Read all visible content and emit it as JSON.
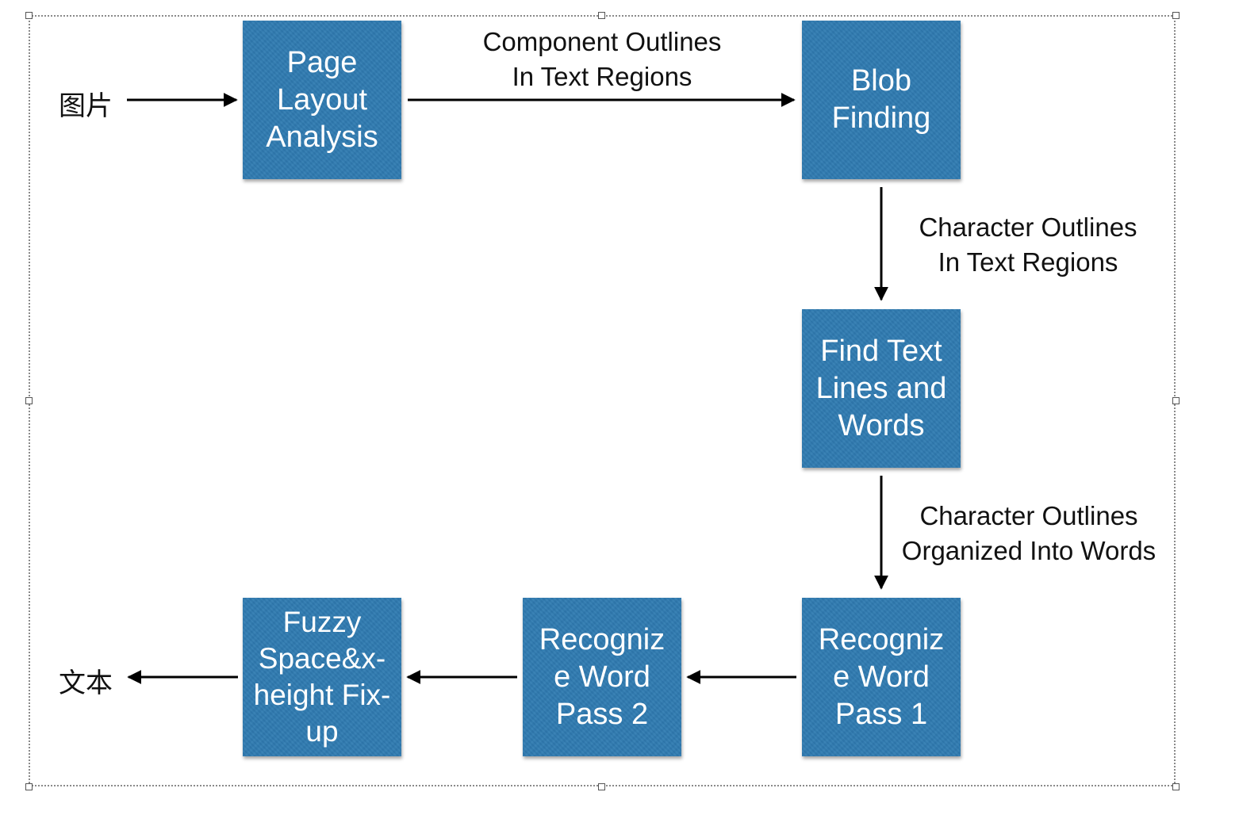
{
  "input_label": "图片",
  "output_label": "文本",
  "nodes": {
    "page_layout": "Page\nLayout\nAnalysis",
    "blob_finding": "Blob\nFinding",
    "find_text_lines": "Find Text\nLines  and\nWords",
    "recognize_pass1": "Recogniz\ne Word\nPass 1",
    "recognize_pass2": "Recogniz\ne Word\nPass 2",
    "fuzzy_space": "Fuzzy\nSpace&x-\nheight Fix-\nup"
  },
  "edges": {
    "layout_to_blob": "Component Outlines\nIn Text Regions",
    "blob_to_lines": "Character Outlines\nIn Text Regions",
    "lines_to_pass1": "Character Outlines\nOrganized Into Words"
  },
  "colors": {
    "node_fill": "#2f7bb1",
    "node_text": "#ffffff",
    "arrow": "#000000",
    "selection_border": "#8a8a8a"
  }
}
